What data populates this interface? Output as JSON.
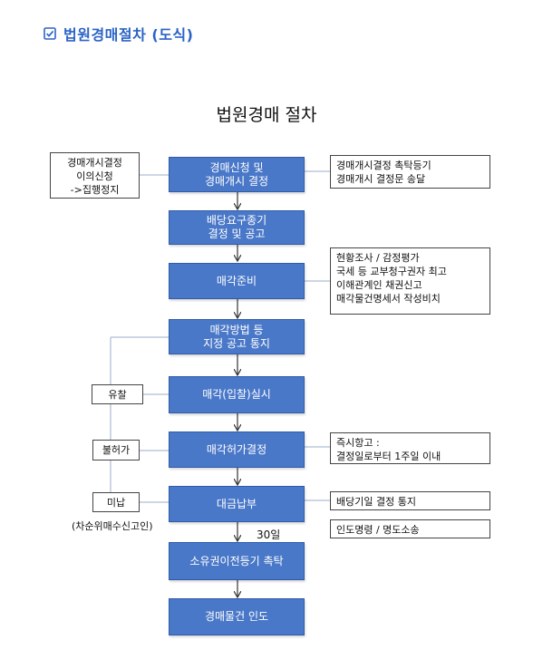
{
  "header": {
    "text": "법원경매절차 (도식)"
  },
  "diagram": {
    "title": "법원경매 절차",
    "steps": [
      "경매신청 및\n경매개시 결정",
      "배당요구종기\n결정 및 공고",
      "매각준비",
      "매각방법 등\n지정 공고 통지",
      "매각(입찰)실시",
      "매각허가결정",
      "대금납부",
      "소유권이전등기 촉탁",
      "경매물건 인도"
    ],
    "right_notes": [
      "경매개시결정 촉탁등기\n경매개시 결정문 송달",
      "현황조사 / 감정평가\n국세 등 교부청구권자 최고\n이해관계인 채권신고\n매각물건명세서 작성비치",
      "즉시항고 :\n결정일로부터 1주일 이내",
      "배당기일 결정 통지",
      "인도명령 / 명도소송"
    ],
    "left_notes": {
      "objection": "경매개시결정\n이의신청\n->집행정지",
      "fail": "유찰",
      "reject": "불허가",
      "unpaid": "미납"
    },
    "labels": {
      "rebid": "(차순위매수신고인)",
      "days": "30일"
    }
  }
}
